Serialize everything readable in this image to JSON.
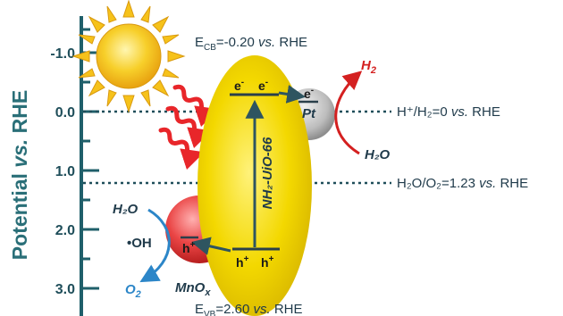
{
  "axis": {
    "title": "Potential vs. RHE",
    "title_plain": "Potential ",
    "title_italic": "vs.",
    "title_tail": " RHE",
    "ticks": [
      "-1.0",
      "0.0",
      "1.0",
      "2.0",
      "3.0"
    ]
  },
  "levels": {
    "cb": {
      "prefix": "E",
      "sub": "CB",
      "value": "=-0.20 ",
      "vs": "vs.",
      "ref": " RHE"
    },
    "vb": {
      "prefix": "E",
      "sub": "VB",
      "value": "=2.60 ",
      "vs": "vs.",
      "ref": " RHE"
    },
    "h2_line": {
      "text": "H⁺/H₂=0 ",
      "vs": "vs.",
      "ref": " RHE"
    },
    "o2_line": {
      "text": "H₂O/O₂=1.23 ",
      "vs": "vs.",
      "ref": " RHE"
    }
  },
  "materials": {
    "mof": "NH₂-UiO-66",
    "pt": "Pt",
    "mnox_base": "MnO",
    "mnox_sub": "x"
  },
  "species": {
    "h2": "H",
    "h2_sub": "2",
    "h2o_right": "H₂O",
    "h2o_left": "H₂O",
    "oh": "•OH",
    "o2": "O",
    "o2_sub": "2"
  },
  "carriers": {
    "e": "e",
    "e_sup": "-",
    "h": "h",
    "h_sup": "+"
  },
  "colors": {
    "axis": "#1f5f6a",
    "mof_yellow": "#f2d400",
    "sun": "#f6c21a",
    "pt_gray": "#b5b5b5",
    "mnox_red": "#e03a3a",
    "h2_red": "#d42020",
    "o2_blue": "#2c86c8",
    "wave": "#e8262a"
  }
}
